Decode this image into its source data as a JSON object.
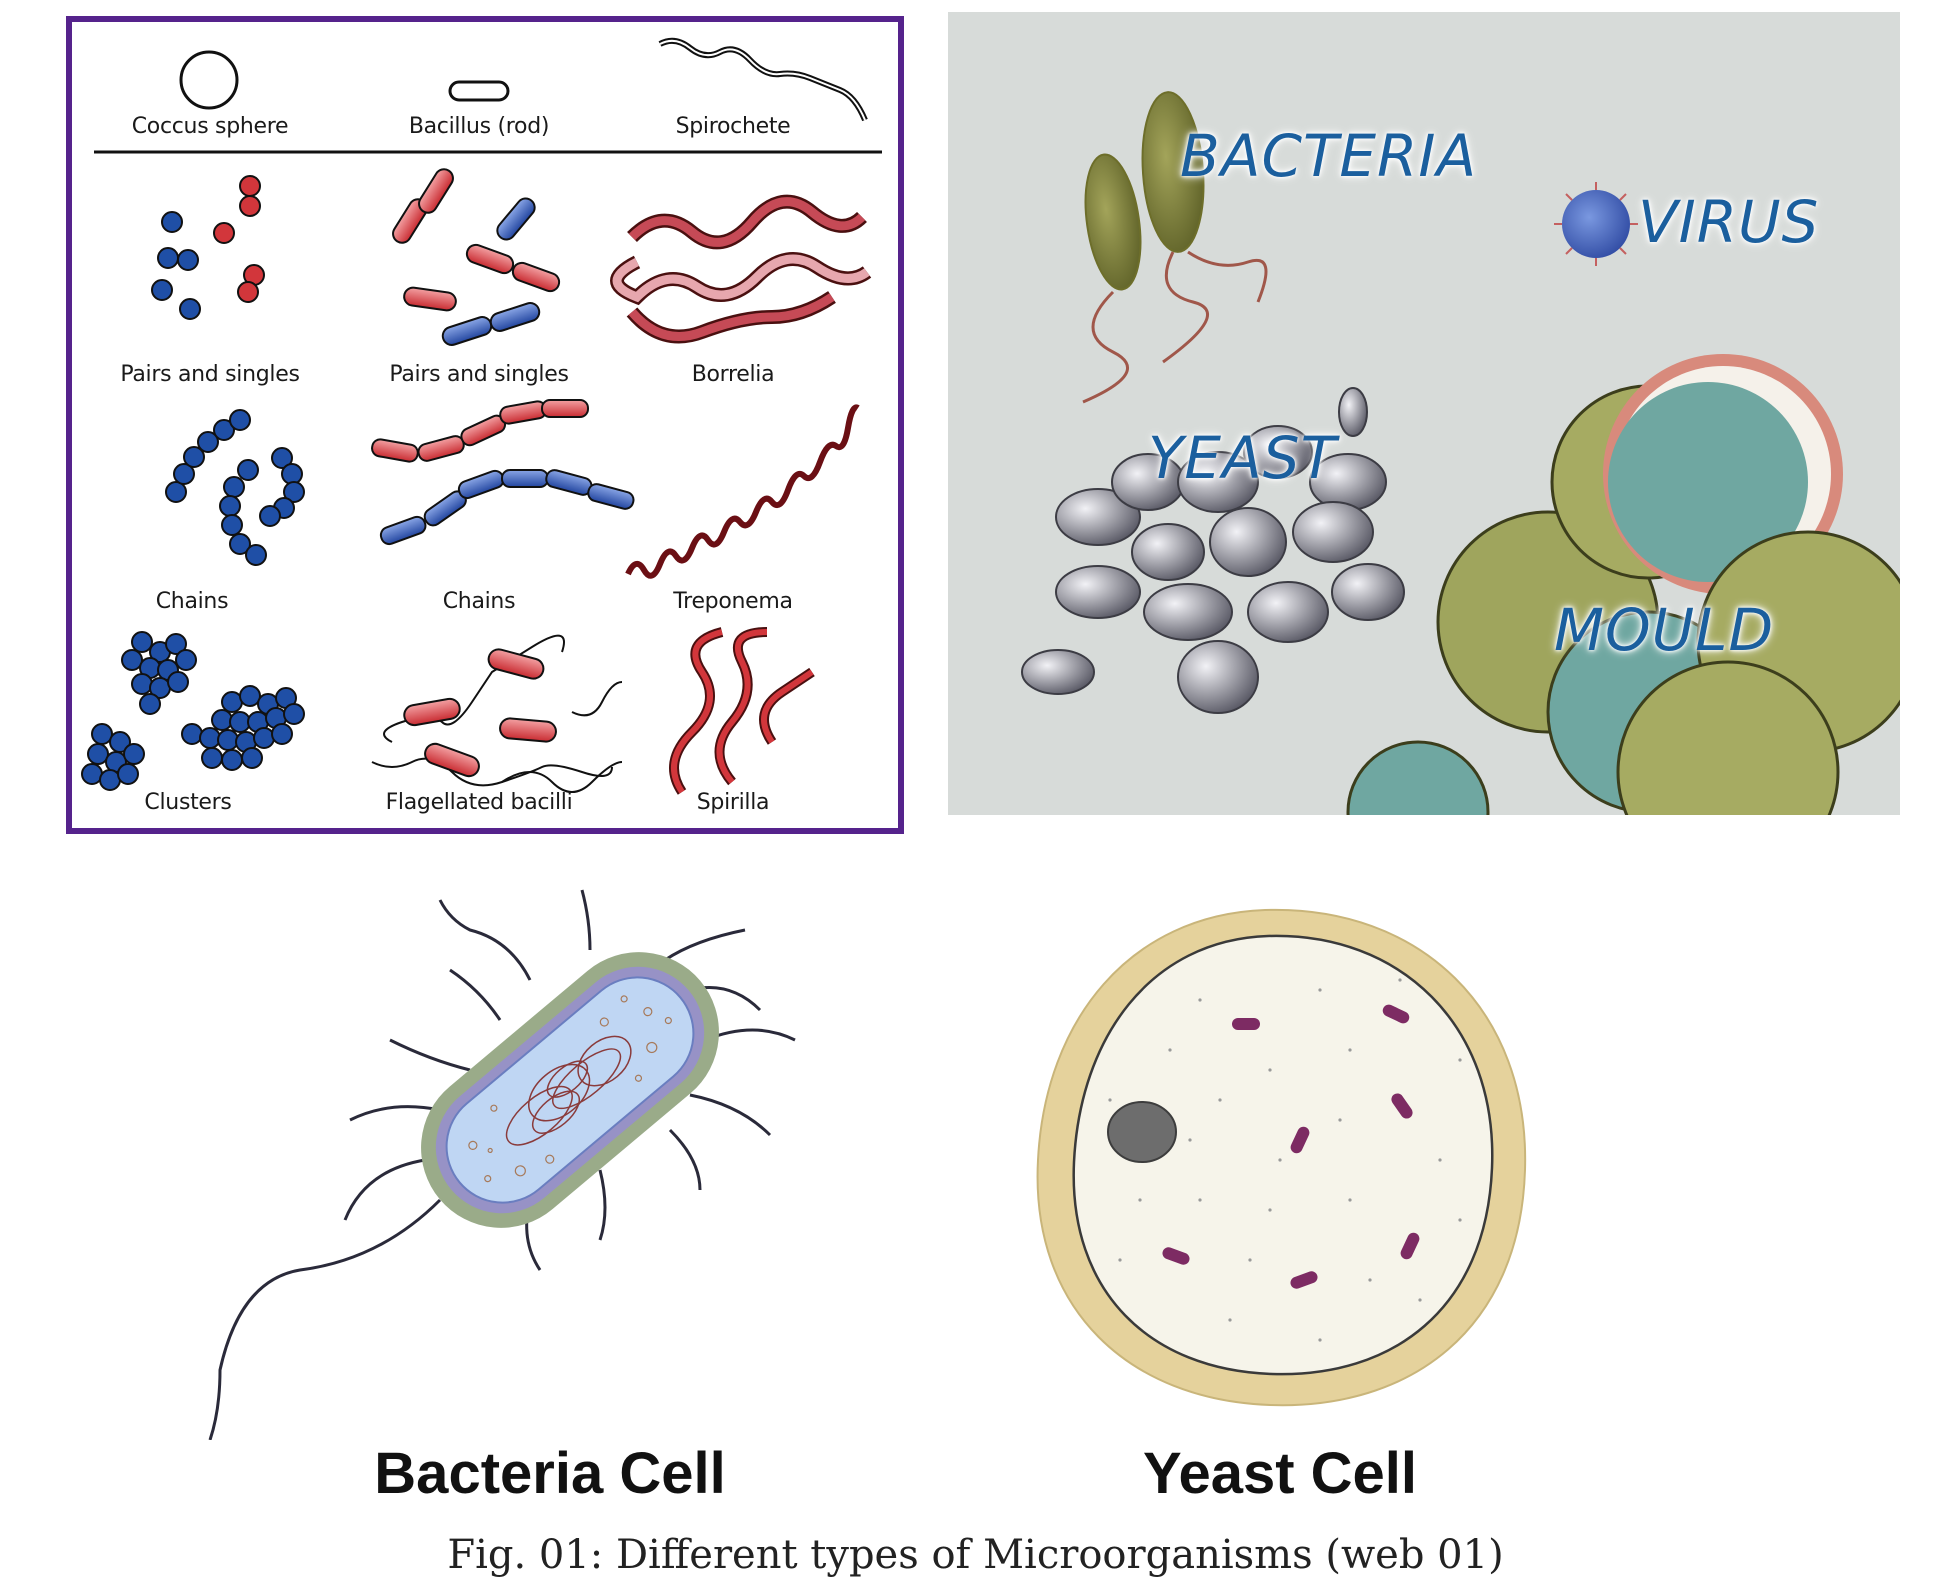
{
  "bacteria_shapes": {
    "header": {
      "coccus": "Coccus sphere",
      "bacillus": "Bacillus (rod)",
      "spirochete": "Spirochete"
    },
    "row1": [
      "Pairs and singles",
      "Pairs and singles",
      "Borrelia"
    ],
    "row2": [
      "Chains",
      "Chains",
      "Treponema"
    ],
    "row3": [
      "Clusters",
      "Flagellated bacilli",
      "Spirilla"
    ],
    "colors": {
      "frame": "#55238c",
      "blue": "#1f4fa6",
      "red": "#d2363b"
    }
  },
  "microorganisms": {
    "bacteria_label": "BACTERIA",
    "virus_label": "VIRUS",
    "yeast_label": "YEAST",
    "mould_label": "MOULD",
    "colors": {
      "label": "#1b5f9e",
      "background": "#d7dbd9"
    }
  },
  "cells": {
    "bacteria_caption": "Bacteria Cell",
    "yeast_caption": "Yeast Cell"
  },
  "figure_caption": "Fig. 01: Different types of Microorganisms (web 01)"
}
